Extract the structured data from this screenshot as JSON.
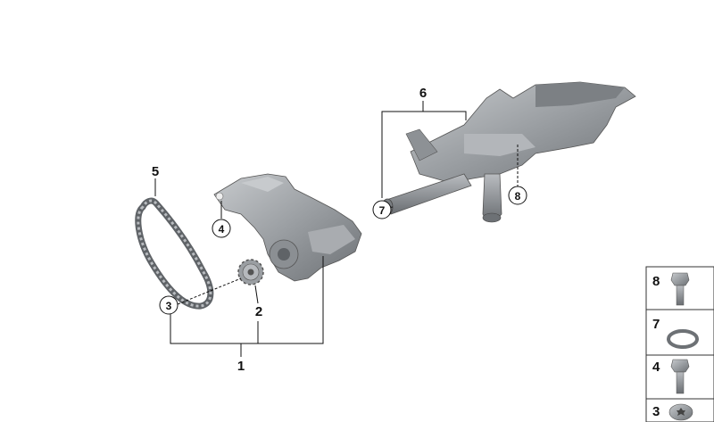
{
  "diagram": {
    "labels": {
      "assembly": "1",
      "sprocket": "2",
      "chain_callout": "3",
      "bolt_pump_callout": "4",
      "chain": "5",
      "pickup": "6",
      "oring_callout": "7",
      "bolt_pickup_callout": "8"
    },
    "legend": [
      {
        "number": "8",
        "icon": "bolt-icon"
      },
      {
        "number": "7",
        "icon": "o-ring-icon"
      },
      {
        "number": "4",
        "icon": "bolt-icon"
      },
      {
        "number": "3",
        "icon": "torx-screw-icon"
      }
    ]
  },
  "colors": {
    "part_fill": "#9a9ea2",
    "part_dark": "#5f6367",
    "part_light": "#c9cccf",
    "line": "#111111",
    "legend_border": "#333333"
  }
}
